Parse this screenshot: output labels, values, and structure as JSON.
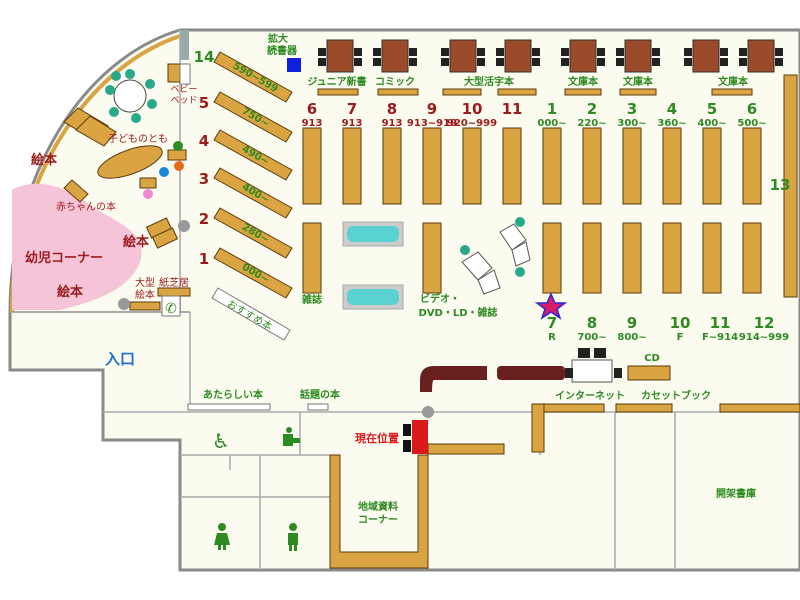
{
  "entrance": "入口",
  "current_location": "現在位置",
  "areas": {
    "ehon_top": "絵本",
    "ehon_mid": "絵本",
    "ehon_bottom": "絵本",
    "yoji_corner": "幼児コーナー",
    "akachan": "赤ちゃんの本",
    "kodomo_no_tomo": "子どものとも",
    "ogata_ehon_1": "大型",
    "ogata_ehon_2": "絵本",
    "kamishibai": "紙芝居",
    "baby_bed_1": "ベビー",
    "baby_bed_2": "ベッド",
    "osusume": "おすすめ本",
    "atarashii": "あたらしい本",
    "wadai": "話題の本",
    "chiiki_1": "地域資料",
    "chiiki_2": "コーナー",
    "internet": "インターネット",
    "cassette": "カセットブック",
    "cd": "CD",
    "kaika": "開架書庫",
    "kakudai_1": "拡大",
    "kakudai_2": "読書器",
    "junior": "ジュニア新書",
    "comic": "コミック",
    "ogata_katsuji": "大型活字本",
    "bunko_1": "文庫本",
    "bunko_2": "文庫本",
    "bunko_3": "文庫本",
    "zasshi": "雑誌",
    "video_1": "ビデオ・",
    "video_2": "DVD・LD・雑誌"
  },
  "diag_shelves": [
    {
      "num": "14",
      "range": "590~599"
    },
    {
      "num": "5",
      "range": "750~"
    },
    {
      "num": "4",
      "range": "490~"
    },
    {
      "num": "3",
      "range": "400~"
    },
    {
      "num": "2",
      "range": "280~"
    },
    {
      "num": "1",
      "range": "000~"
    }
  ],
  "top_shelves_red": [
    {
      "num": "6",
      "sub": "913"
    },
    {
      "num": "7",
      "sub": "913"
    },
    {
      "num": "8",
      "sub": "913"
    },
    {
      "num": "9",
      "sub": "913~919"
    },
    {
      "num": "10",
      "sub": "920~999"
    },
    {
      "num": "11",
      "sub": ""
    }
  ],
  "top_shelves_green": [
    {
      "num": "1",
      "sub": "000~"
    },
    {
      "num": "2",
      "sub": "220~"
    },
    {
      "num": "3",
      "sub": "300~"
    },
    {
      "num": "4",
      "sub": "360~"
    },
    {
      "num": "5",
      "sub": "400~"
    },
    {
      "num": "6",
      "sub": "500~"
    }
  ],
  "right_shelf": "13",
  "bottom_shelves": [
    {
      "num": "7",
      "sub": "R"
    },
    {
      "num": "8",
      "sub": "700~"
    },
    {
      "num": "9",
      "sub": "800~"
    },
    {
      "num": "10",
      "sub": "F"
    },
    {
      "num": "11",
      "sub": "F~914"
    },
    {
      "num": "12",
      "sub": "914~999"
    }
  ],
  "colors": {
    "shelf": "#d9a441",
    "red_label": "#9b1b1b",
    "green_label": "#2e8b22",
    "pink_area": "#f6c4d8",
    "entrance": "#1a6fd6",
    "current": "#d81a1a",
    "star": "#d81a6a"
  },
  "icons": [
    "wheelchair-icon",
    "baby-care-icon",
    "female-restroom-icon",
    "male-restroom-icon",
    "phone-icon",
    "star-icon"
  ]
}
